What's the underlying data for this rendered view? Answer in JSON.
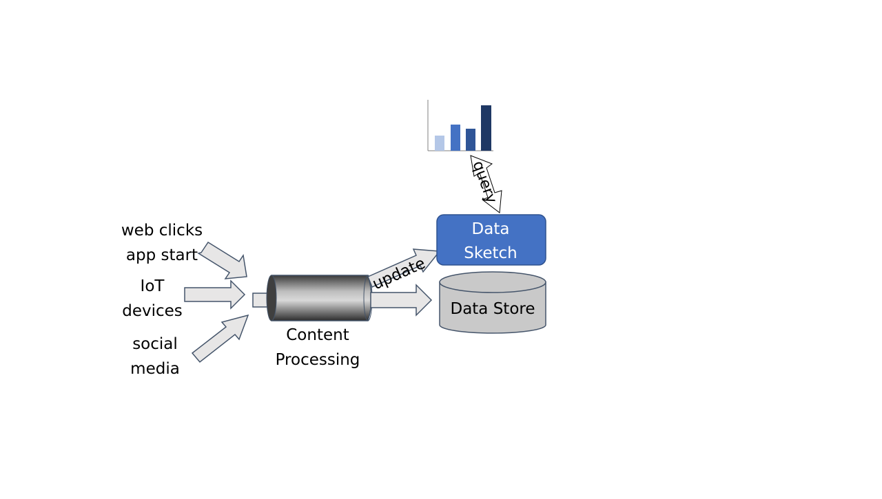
{
  "sources": {
    "web_clicks": "web clicks",
    "app_start": "app start",
    "iot_line1": "IoT",
    "iot_line2": "devices",
    "social_line1": "social",
    "social_line2": "media"
  },
  "processing": {
    "label_line1": "Content",
    "label_line2": "Processing"
  },
  "sketch": {
    "label_line1": "Data",
    "label_line2": "Sketch",
    "fill": "#4472C4"
  },
  "store": {
    "label": "Data Store",
    "fill": "#C9C9C9"
  },
  "arrows": {
    "update_label": "update",
    "query_label": "query"
  },
  "mini_chart": {
    "bar_colors": [
      "#B4C7E7",
      "#4472C4",
      "#2F5597",
      "#1F3864"
    ]
  }
}
